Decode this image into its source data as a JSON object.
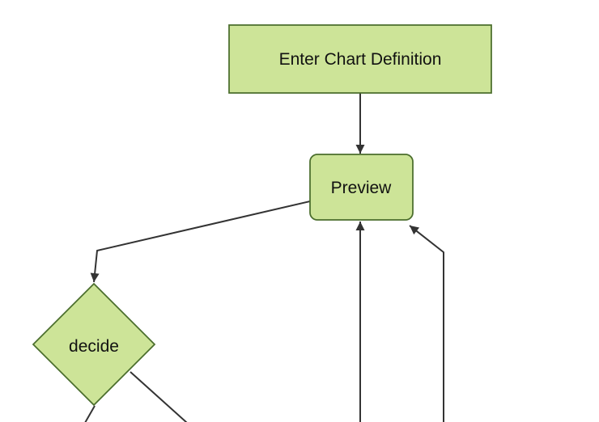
{
  "diagram": {
    "type": "flowchart",
    "direction": "top-down",
    "background": "#ffffff",
    "colors": {
      "background": "#ffffff",
      "node_fill": "#cde498",
      "node_stroke": "#4b6e2d",
      "edge_stroke": "#333333",
      "text": "#111111"
    },
    "nodes": [
      {
        "id": "A",
        "label": "Enter Chart Definition",
        "shape": "rectangle"
      },
      {
        "id": "B",
        "label": "Preview",
        "shape": "rounded-rectangle"
      },
      {
        "id": "C",
        "label": "decide",
        "shape": "diamond"
      }
    ],
    "edges": [
      {
        "from": "A",
        "to": "B",
        "arrowhead": true
      },
      {
        "from": "B",
        "to": "C",
        "arrowhead": true
      },
      {
        "from": "offscreen-bottom",
        "to": "B",
        "arrowhead": true
      },
      {
        "from": "offscreen-bottom",
        "to": "B",
        "arrowhead": true
      },
      {
        "from": "C",
        "to": "offscreen-bottom",
        "arrowhead": false
      },
      {
        "from": "C",
        "to": "offscreen-bottom",
        "arrowhead": false
      }
    ]
  }
}
